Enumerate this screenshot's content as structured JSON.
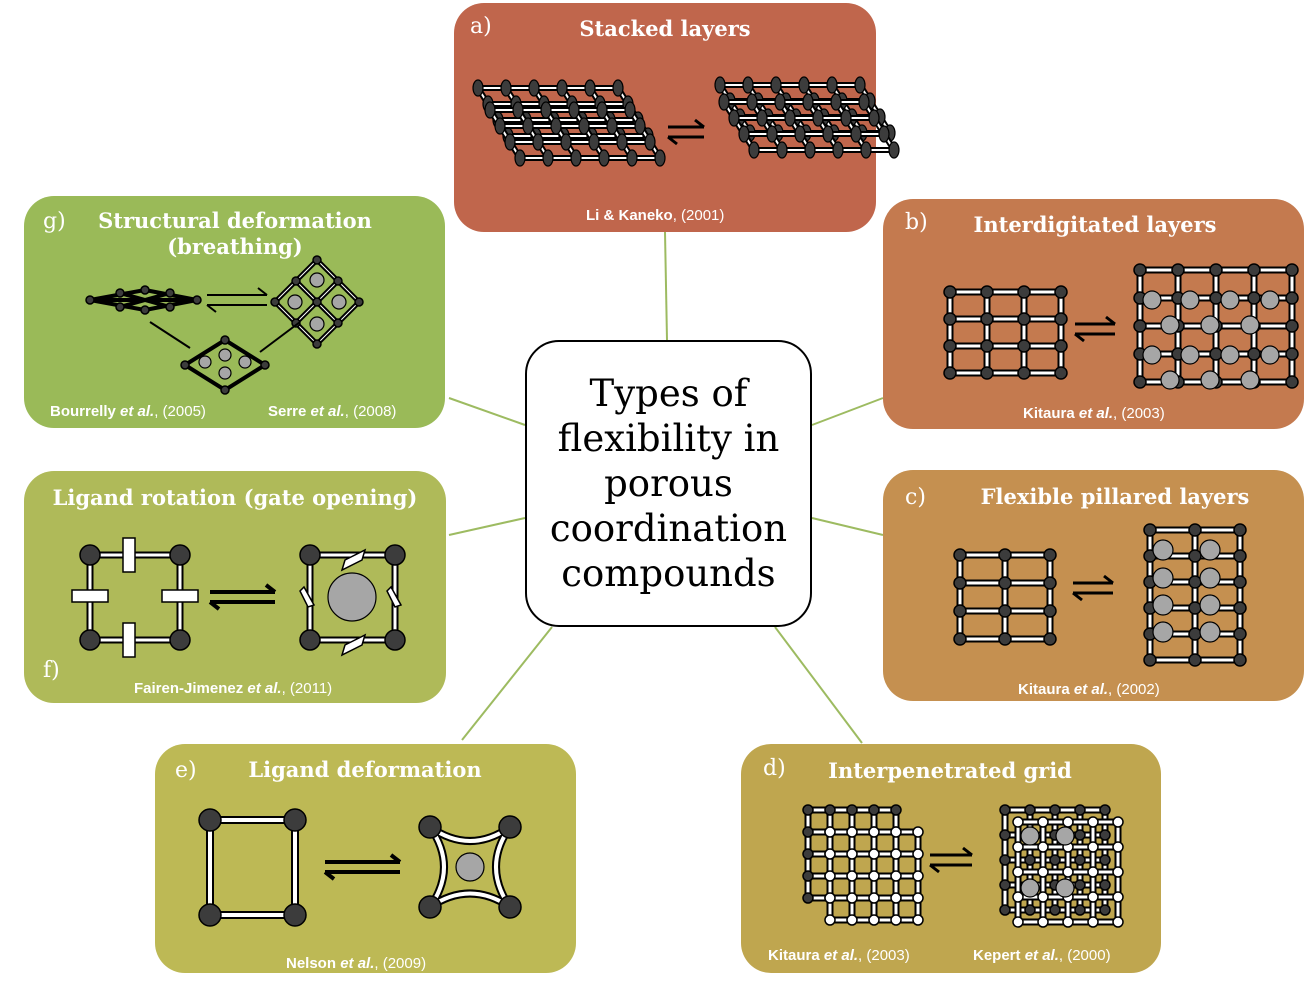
{
  "center": {
    "title": "Types of flexibility in porous coordination compounds"
  },
  "panels": [
    {
      "id": "a",
      "label": "a)",
      "title": "Stacked layers",
      "color": "#c0664c",
      "refs": [
        {
          "author": "Li & Kaneko",
          "etal": "",
          "year": ", (2001)"
        }
      ]
    },
    {
      "id": "b",
      "label": "b)",
      "title": "Interdigitated layers",
      "color": "#c47a4f",
      "refs": [
        {
          "author": "Kitaura",
          "etal": "et al.",
          "year": ", (2003)"
        }
      ]
    },
    {
      "id": "c",
      "label": "c)",
      "title": "Flexible pillared layers",
      "color": "#c59050",
      "refs": [
        {
          "author": "Kitaura",
          "etal": "et al.",
          "year": ", (2002)"
        }
      ]
    },
    {
      "id": "d",
      "label": "d)",
      "title": "Interpenetrated grid",
      "color": "#bfa64f",
      "refs": [
        {
          "author": "Kitaura",
          "etal": "et al.",
          "year": ", (2003)"
        },
        {
          "author": "Kepert",
          "etal": "et al.",
          "year": ", (2000)"
        }
      ]
    },
    {
      "id": "e",
      "label": "e)",
      "title": "Ligand deformation",
      "color": "#bdb955",
      "refs": [
        {
          "author": "Nelson",
          "etal": "et al.",
          "year": ", (2009)"
        }
      ]
    },
    {
      "id": "f",
      "label": "f)",
      "title": "Ligand rotation (gate opening)",
      "color": "#afba59",
      "refs": [
        {
          "author": "Fairen-Jimenez",
          "etal": "et al.",
          "year": ", (2011)"
        }
      ]
    },
    {
      "id": "g",
      "label": "g)",
      "title": "Structural deformation (breathing)",
      "color": "#9aba58",
      "refs": [
        {
          "author": "Bourrelly",
          "etal": "et al.",
          "year": ", (2005)"
        },
        {
          "author": "Serre",
          "etal": "et al.",
          "year": ", (2008)"
        }
      ]
    }
  ],
  "colors": {
    "connector": "#9dbb61",
    "node": "#3c3c3c",
    "guest": "#a6a6a6",
    "white_node": "#ffffff",
    "outline": "#000000"
  },
  "icons": [
    "equilibrium-arrows-icon",
    "metal-node-icon",
    "guest-molecule-icon"
  ]
}
